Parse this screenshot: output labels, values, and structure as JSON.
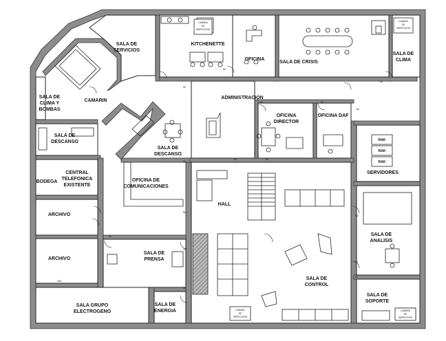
{
  "rooms": {
    "sala_servicios_1": "SALA DE",
    "sala_servicios_2": "SERVICIOS",
    "kitchenette": "KITCHENETTE",
    "camara_1_a": "CAMARA",
    "camara_1_b": "DE",
    "camara_1_c": "INSPECCION",
    "oficina": "OFICINA",
    "sala_crisis": "SALA DE CRISIS",
    "camara_2_a": "CAMARA",
    "camara_2_b": "DE",
    "camara_2_c": "INSPECCION",
    "sala_clima_1": "SALA DE",
    "sala_clima_2": "CLIMA",
    "camarin": "CAMARIN",
    "sala_clima_bombas_1": "SALA DE",
    "sala_clima_bombas_2": "CLIMA Y",
    "sala_clima_bombas_3": "BOMBAS",
    "administracion": "ADMINISTRACION",
    "oficina_director_1": "OFICINA",
    "oficina_director_2": "DIRECTOR",
    "oficina_daf": "OFICINA DAF",
    "sala_descanso_a_1": "SALA DE",
    "sala_descanso_a_2": "DESCANSO",
    "sala_descanso_b_1": "SALA DE",
    "sala_descanso_b_2": "DESCANSO",
    "rak_1": "RAK",
    "rak_2": "RAK",
    "rak_3": "RAK",
    "servidores": "SERVIDORES",
    "bodega": "BODEGA",
    "central_1": "CENTRAL",
    "central_2": "TELEFONICA",
    "central_3": "EXISTENTE",
    "oficina_com_1": "OFICINA DE",
    "oficina_com_2": "COMUNICACIONES",
    "hall": "HALL",
    "archivo_1": "ARCHIVO",
    "archivo_2": "ARCHIVO",
    "sala_prensa_1": "SALA DE",
    "sala_prensa_2": "PRENSA",
    "sala_analisis_1": "SALA DE",
    "sala_analisis_2": "ANALISIS",
    "sala_control_1": "SALA DE",
    "sala_control_2": "CONTROL",
    "sala_soporte_1": "SALA DE",
    "sala_soporte_2": "SOPORTE",
    "sala_grupo_1": "SALA GRUPO",
    "sala_grupo_2": "ELECTROGENO",
    "sala_energia_1": "SALA DE",
    "sala_energia_2": "ENERGIA",
    "camara_3_a": "CAMARA",
    "camara_3_b": "DE",
    "camara_3_c": "INSPECCION",
    "camara_4_a": "CAMARA",
    "camara_4_b": "DE",
    "camara_4_c": "INSPECCION"
  },
  "dimensions": {
    "d1": "90",
    "d2": "80",
    "d3": "80",
    "d4": "80",
    "d5": "80",
    "d6": "80",
    "d7": "90",
    "d8": "80",
    "d9": "80",
    "d10": "90",
    "d11": "80",
    "d12": "90",
    "d13": "80",
    "d14": "80",
    "d15": "240",
    "d16": "90",
    "d17": "80"
  }
}
